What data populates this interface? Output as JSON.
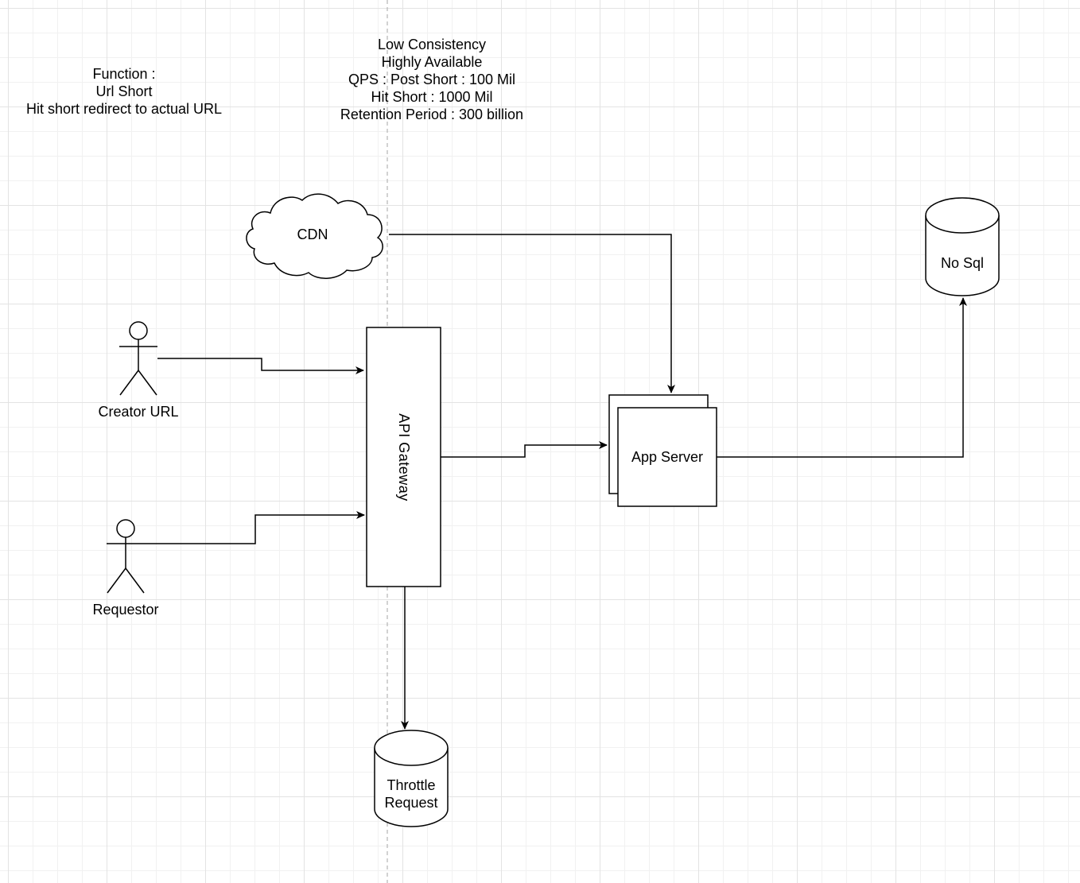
{
  "notes": {
    "function_lines": [
      "Function :",
      "Url Short",
      "Hit short redirect to actual URL"
    ],
    "requirements_lines": [
      "Low Consistency",
      "Highly Available",
      "QPS : Post Short : 100 Mil",
      "Hit Short : 1000 Mil",
      "Retention Period : 300 billion"
    ]
  },
  "nodes": {
    "cdn": "CDN",
    "api_gateway": "API  Gateway",
    "app_server": "App Server",
    "nosql": "No Sql",
    "throttle_line1": "Throttle",
    "throttle_line2": "Request",
    "creator": "Creator URL",
    "requestor": "Requestor"
  },
  "colors": {
    "stroke": "#000000",
    "grid_major": "#e3e3e3",
    "grid_minor": "#f1f1f1",
    "divider": "#b5b5b5"
  }
}
